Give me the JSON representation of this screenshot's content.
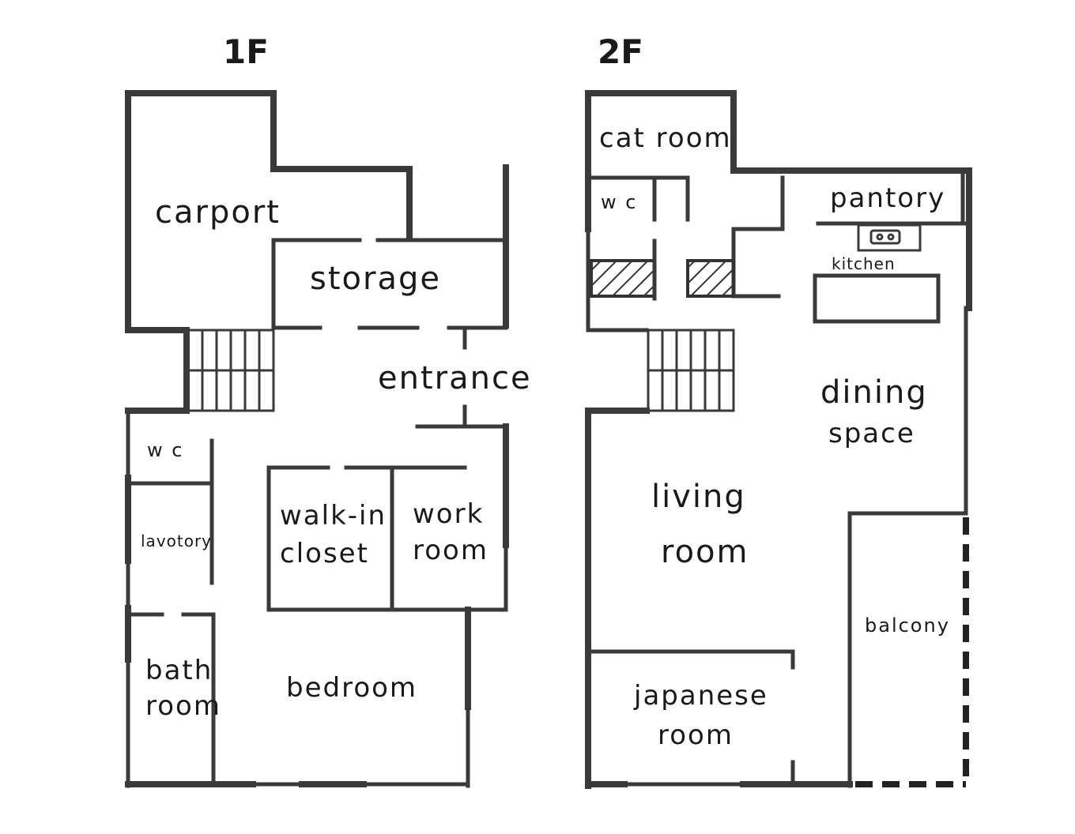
{
  "floors": [
    {
      "id": "1f",
      "title": "1F",
      "rooms": {
        "carport": "carport",
        "storage": "storage",
        "entrance": "entrance",
        "wc": "w c",
        "lavatory": "lavotory",
        "walkin_closet_1": "walk-in",
        "walkin_closet_2": "closet",
        "work_room_1": "work",
        "work_room_2": "room",
        "bath_room_1": "bath",
        "bath_room_2": "room",
        "bedroom": "bedroom"
      }
    },
    {
      "id": "2f",
      "title": "2F",
      "rooms": {
        "cat_room": "cat room",
        "wc": "w c",
        "pantory": "pantory",
        "kitchen": "kitchen",
        "dining_1": "dining",
        "dining_2": "space",
        "living_1": "living",
        "living_2": "room",
        "japanese_1": "japanese",
        "japanese_2": "room",
        "balcony": "balcony"
      }
    }
  ],
  "colors": {
    "wall": "#3a3a3a",
    "text": "#1a1a1a",
    "background": "#ffffff"
  }
}
